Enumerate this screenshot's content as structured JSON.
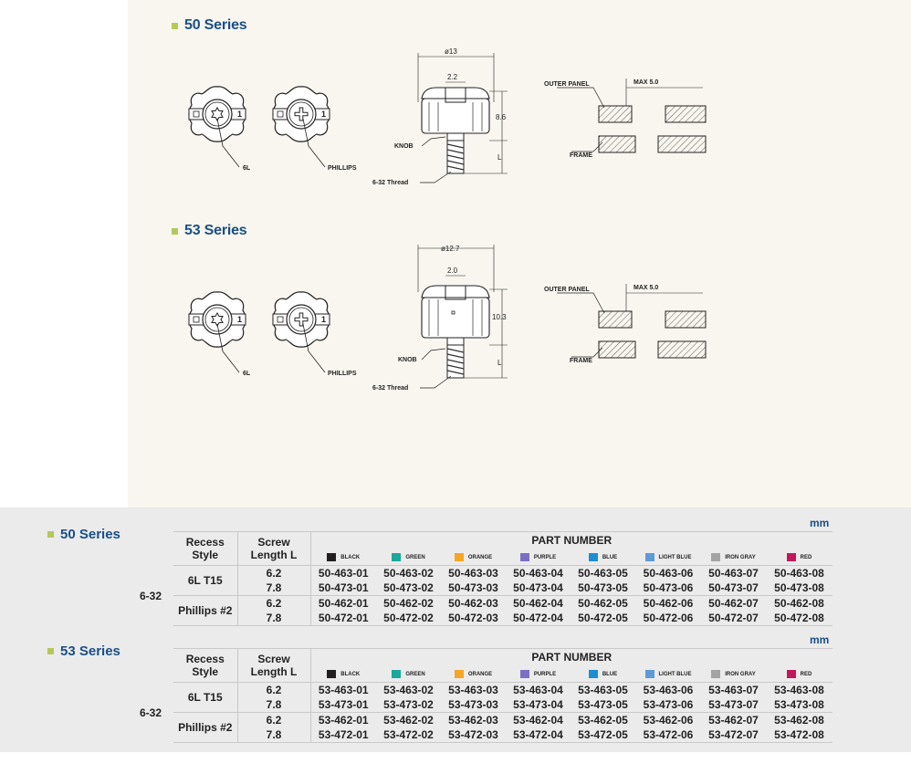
{
  "series": [
    {
      "heading": "50 Series",
      "labels": {
        "six_l": "6L",
        "phillips": "PHILLIPS",
        "knob": "KNOB",
        "thread": "6-32 Thread",
        "diameter": "ø13",
        "width": "2.2",
        "height": "8.6",
        "length": "L",
        "outer_panel": "OUTER PANEL",
        "frame": "FRAME",
        "max": "MAX 5.0"
      }
    },
    {
      "heading": "53 Series",
      "labels": {
        "six_l": "6L",
        "phillips": "PHILLIPS",
        "knob": "KNOB",
        "thread": "6-32 Thread",
        "diameter": "ø12.7",
        "width": "2.0",
        "height": "10.3",
        "length": "L",
        "outer_panel": "OUTER PANEL",
        "frame": "FRAME",
        "max": "MAX 5.0"
      }
    }
  ],
  "colors": [
    {
      "name": "BLACK",
      "hex": "#231f20"
    },
    {
      "name": "GREEN",
      "hex": "#1aa89a"
    },
    {
      "name": "ORANGE",
      "hex": "#f5a623"
    },
    {
      "name": "PURPLE",
      "hex": "#7b6fc4"
    },
    {
      "name": "BLUE",
      "hex": "#1b8fd2"
    },
    {
      "name": "LIGHT BLUE",
      "hex": "#5e9ad8"
    },
    {
      "name": "IRON GRAY",
      "hex": "#a3a3a3"
    },
    {
      "name": "RED",
      "hex": "#c2185b"
    }
  ],
  "tables": [
    {
      "heading": "50 Series",
      "unit": "mm",
      "col_recess": "Recess Style",
      "col_length": "Screw Length L",
      "col_part": "PART NUMBER",
      "thread": "6-32",
      "rows": [
        {
          "recess": "6L T15",
          "length": "6.2",
          "parts": [
            "50-463-01",
            "50-463-02",
            "50-463-03",
            "50-463-04",
            "50-463-05",
            "50-463-06",
            "50-463-07",
            "50-463-08"
          ]
        },
        {
          "recess": "",
          "length": "7.8",
          "parts": [
            "50-473-01",
            "50-473-02",
            "50-473-03",
            "50-473-04",
            "50-473-05",
            "50-473-06",
            "50-473-07",
            "50-473-08"
          ]
        },
        {
          "recess": "Phillips #2",
          "length": "6.2",
          "parts": [
            "50-462-01",
            "50-462-02",
            "50-462-03",
            "50-462-04",
            "50-462-05",
            "50-462-06",
            "50-462-07",
            "50-462-08"
          ]
        },
        {
          "recess": "",
          "length": "7.8",
          "parts": [
            "50-472-01",
            "50-472-02",
            "50-472-03",
            "50-472-04",
            "50-472-05",
            "50-472-06",
            "50-472-07",
            "50-472-08"
          ]
        }
      ]
    },
    {
      "heading": "53 Series",
      "unit": "mm",
      "col_recess": "Recess Style",
      "col_length": "Screw Length L",
      "col_part": "PART NUMBER",
      "thread": "6-32",
      "rows": [
        {
          "recess": "6L T15",
          "length": "6.2",
          "parts": [
            "53-463-01",
            "53-463-02",
            "53-463-03",
            "53-463-04",
            "53-463-05",
            "53-463-06",
            "53-463-07",
            "53-463-08"
          ]
        },
        {
          "recess": "",
          "length": "7.8",
          "parts": [
            "53-473-01",
            "53-473-02",
            "53-473-03",
            "53-473-04",
            "53-473-05",
            "53-473-06",
            "53-473-07",
            "53-473-08"
          ]
        },
        {
          "recess": "Phillips #2",
          "length": "6.2",
          "parts": [
            "53-462-01",
            "53-462-02",
            "53-462-03",
            "53-462-04",
            "53-462-05",
            "53-462-06",
            "53-462-07",
            "53-462-08"
          ]
        },
        {
          "recess": "",
          "length": "7.8",
          "parts": [
            "53-472-01",
            "53-472-02",
            "53-472-03",
            "53-472-04",
            "53-472-05",
            "53-472-06",
            "53-472-07",
            "53-472-08"
          ]
        }
      ]
    }
  ]
}
